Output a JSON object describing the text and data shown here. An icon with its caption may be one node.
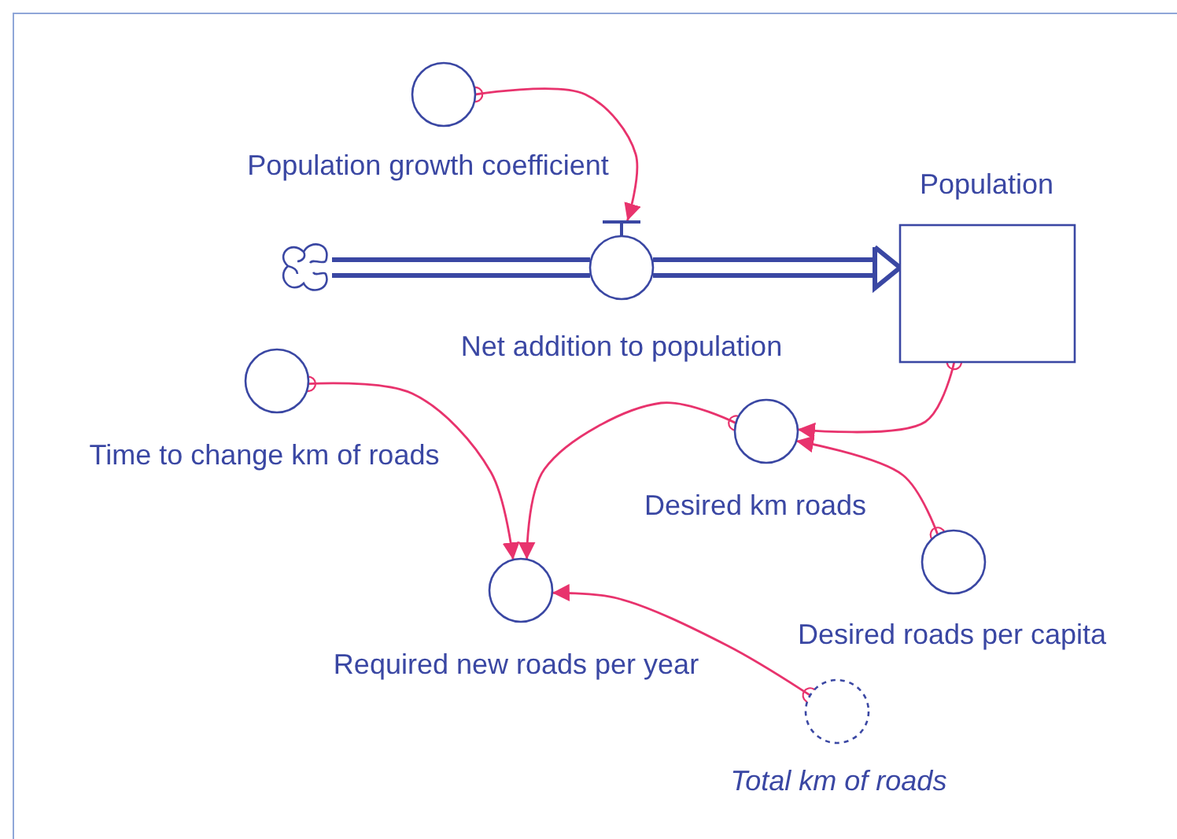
{
  "diagram": {
    "nodes": [
      {
        "text": [
          "Population growth coefficient"
        ]
      },
      {
        "text": [],
        "shape": "cloud"
      },
      {
        "text": [
          "Net addition to population"
        ]
      },
      {
        "text": [
          "Population"
        ]
      },
      {
        "text": [
          "Time to change km of roads"
        ]
      },
      {
        "text": [
          "Desired km roads"
        ]
      },
      {
        "text": [
          "Desired roads per capita"
        ]
      },
      {
        "text": [
          "Required new roads per year"
        ]
      },
      {
        "text": [
          "Total km of roads"
        ]
      }
    ],
    "edges": [
      {
        "from": 1,
        "to": 2,
        "arrow": "none",
        "style": "thick",
        "color": "#3a47a3"
      },
      {
        "from": 2,
        "to": 3,
        "arrow": "to",
        "style": "thick",
        "color": "#3a47a3"
      },
      {
        "from": 0,
        "to": 2,
        "arrow": "to"
      },
      {
        "from": 3,
        "to": 5,
        "arrow": "to"
      },
      {
        "from": 6,
        "to": 5,
        "arrow": "to"
      },
      {
        "from": 5,
        "to": 7,
        "arrow": "to"
      },
      {
        "from": 4,
        "to": 7,
        "arrow": "to"
      },
      {
        "from": 8,
        "to": 7,
        "arrow": "to"
      }
    ]
  }
}
